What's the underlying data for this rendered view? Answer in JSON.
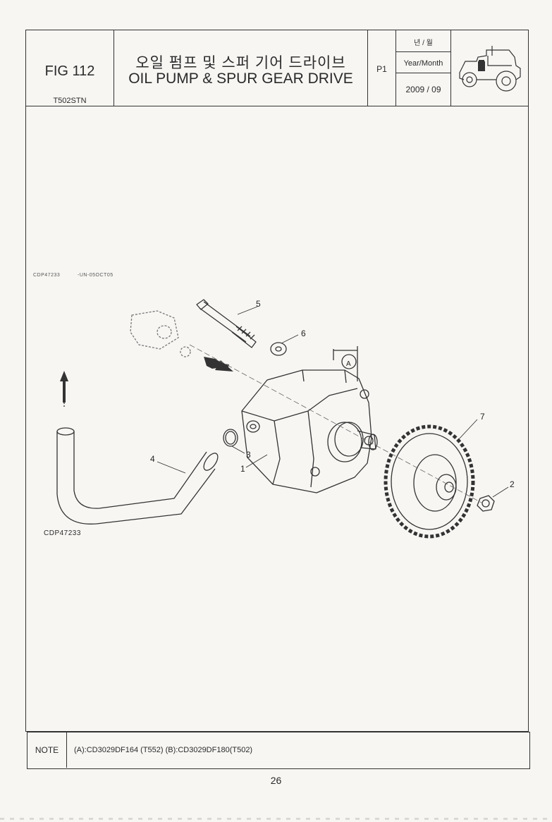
{
  "header": {
    "fig_no": "FIG 112",
    "model": "T502STN",
    "title_ko": "오일 펌프 및 스퍼 기어 드라이브",
    "title_en": "OIL PUMP & SPUR GEAR DRIVE",
    "page": "P1",
    "date_label_ko": "년 / 월",
    "date_label": "Year/Month",
    "date_value": "2009 / 09",
    "icon": "tractor-icon"
  },
  "drawing": {
    "code_top": "CDP47233",
    "code_top_2": "-UN-05OCT05",
    "code_bottom": "CDP47233",
    "callouts": [
      "1",
      "2",
      "3",
      "4",
      "5",
      "6",
      "7"
    ],
    "ref_label": "A"
  },
  "note": {
    "label": "NOTE",
    "text": "(A):CD3029DF164 (T552)  (B):CD3029DF180(T502)"
  },
  "footer": {
    "page_number": "26"
  }
}
